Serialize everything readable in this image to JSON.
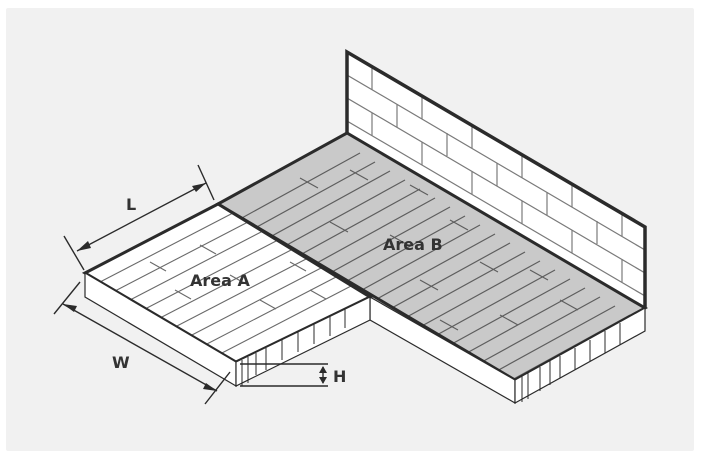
{
  "labels": {
    "area_a": "Area A",
    "area_b": "Area B",
    "length": "L",
    "width": "W",
    "height": "H"
  },
  "colors": {
    "background": "#f1f1f1",
    "line": "#2b2b2b",
    "area_b_fill": "#c9c9c9",
    "area_a_fill": "#ffffff"
  }
}
